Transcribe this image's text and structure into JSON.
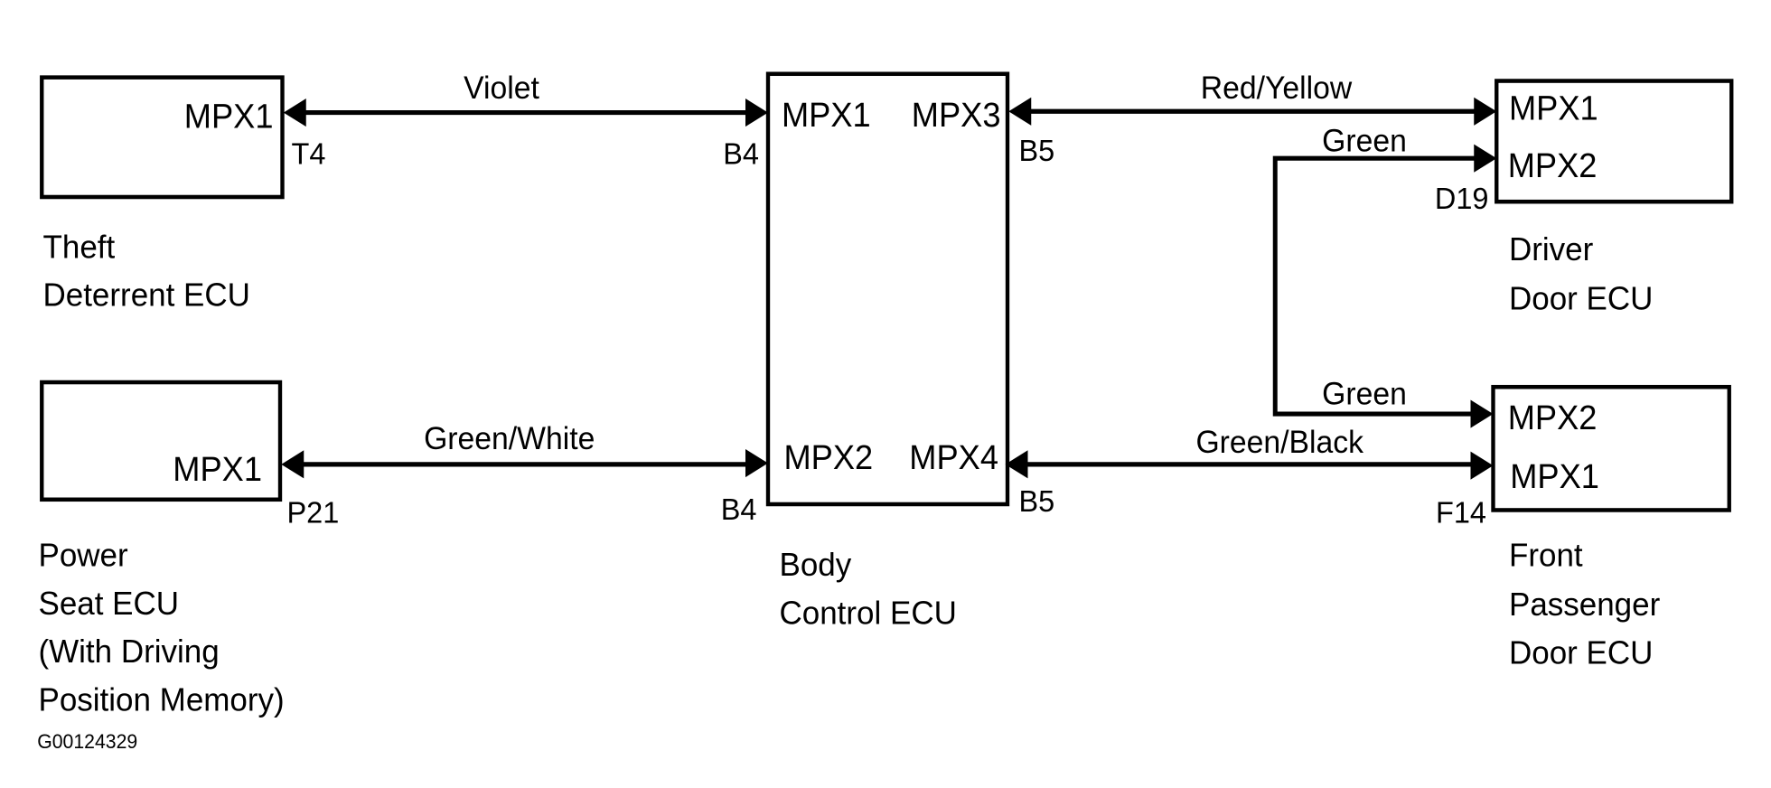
{
  "diagram": {
    "type": "multiplex-communication-wiring",
    "figure_id": "G00124329",
    "components": {
      "theft": {
        "name_lines": [
          "Theft",
          "Deterrent ECU"
        ],
        "pins": [
          "MPX1"
        ],
        "connector": "T4"
      },
      "seat": {
        "name_lines": [
          "Power",
          "Seat ECU",
          "(With Driving",
          "Position Memory)"
        ],
        "pins": [
          "MPX1"
        ],
        "connector": "P21"
      },
      "body": {
        "name_lines": [
          "Body",
          "Control ECU"
        ],
        "pins": [
          "MPX1",
          "MPX3",
          "MPX2",
          "MPX4"
        ],
        "connectors": {
          "left": "B4",
          "right": "B5",
          "left_bottom": "B4",
          "right_bottom": "B5"
        }
      },
      "driver": {
        "name_lines": [
          "Driver",
          "Door ECU"
        ],
        "pins": [
          "MPX1",
          "MPX2"
        ],
        "connector": "D19"
      },
      "passenger": {
        "name_lines": [
          "Front",
          "Passenger",
          "Door ECU"
        ],
        "pins": [
          "MPX2",
          "MPX1"
        ],
        "connector": "F14"
      }
    },
    "wires": [
      {
        "from": "Theft Deterrent ECU MPX1 (T4)",
        "to": "Body Control ECU MPX1 (B4)",
        "color": "Violet"
      },
      {
        "from": "Power Seat ECU MPX1 (P21)",
        "to": "Body Control ECU MPX2 (B4)",
        "color": "Green/White"
      },
      {
        "from": "Body Control ECU MPX3 (B5)",
        "to": "Driver Door ECU MPX1 (D19)",
        "color": "Red/Yellow"
      },
      {
        "from": "Driver Door ECU MPX2 (D19)",
        "to": "Front Passenger Door ECU MPX2 (F14)",
        "color": "Green",
        "labels": [
          "Green",
          "Green"
        ]
      },
      {
        "from": "Body Control ECU MPX4 (B5)",
        "to": "Front Passenger Door ECU MPX1 (F14)",
        "color": "Green/Black"
      }
    ]
  }
}
